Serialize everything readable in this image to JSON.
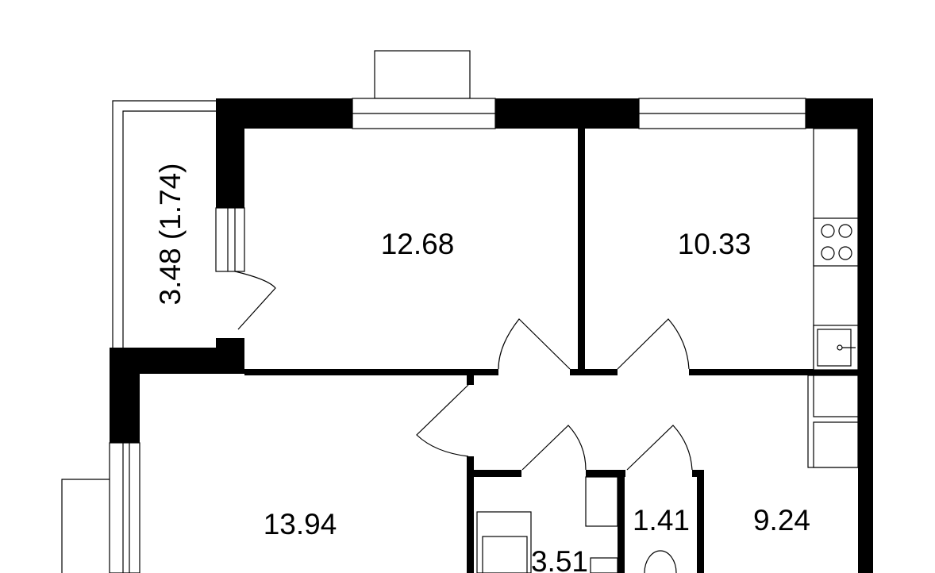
{
  "plan": {
    "rooms": [
      {
        "id": "bedroom",
        "area": "12.68"
      },
      {
        "id": "kitchen",
        "area": "10.33"
      },
      {
        "id": "living",
        "area": "13.94"
      },
      {
        "id": "hall",
        "area": "9.24"
      },
      {
        "id": "toilet",
        "area": "1.41"
      },
      {
        "id": "bathroom",
        "area": "3.51"
      },
      {
        "id": "balcony",
        "area": "3.48 (1.74)"
      }
    ],
    "colors": {
      "wall": "#000000",
      "background": "#ffffff"
    }
  }
}
